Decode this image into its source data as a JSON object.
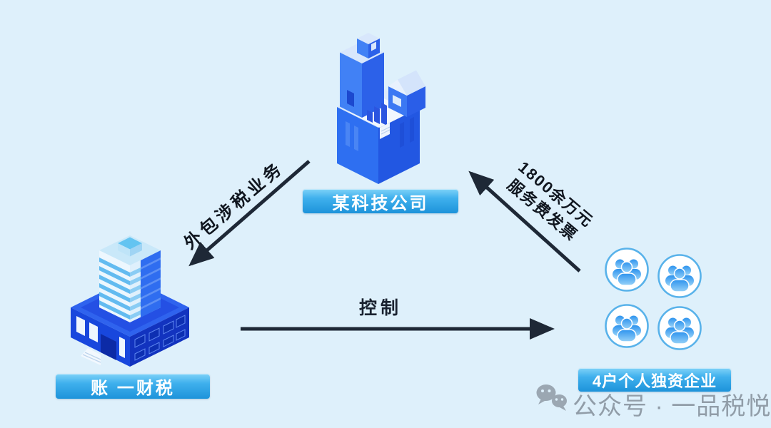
{
  "diagram_title": "",
  "background": "#def0fb",
  "nodes": {
    "tech_company": {
      "label": "某科技公司",
      "icon": "office-building-3d"
    },
    "accounting_firm": {
      "label": "账 一财税",
      "icon": "office-building-3d"
    },
    "sole_proprietorships": {
      "label": "4户个人独资企业",
      "icon": "people-group-circle",
      "icon_count": 4
    }
  },
  "edges": {
    "outsource": {
      "label": "外包涉税业务",
      "from": "某科技公司",
      "to": "账 一财税"
    },
    "invoice": {
      "lines": [
        "1800余万元",
        "服务费发票"
      ],
      "from": "4户个人独资企业",
      "to": "某科技公司"
    },
    "control": {
      "label": "控制",
      "from": "账 一财税",
      "to": "4户个人独资企业"
    }
  },
  "watermark": {
    "icon": "wechat-icon",
    "text": "公众号 · 一品税悦"
  },
  "colors": {
    "arrow": "#1e2836",
    "label_gradient_top": "#7fd2f8",
    "label_gradient_bottom": "#1d93da",
    "label_text": "#ffffff",
    "building_blue_light": "#4181f5",
    "building_blue_dark": "#2257e2",
    "watermark_gray": "#5a626e"
  }
}
